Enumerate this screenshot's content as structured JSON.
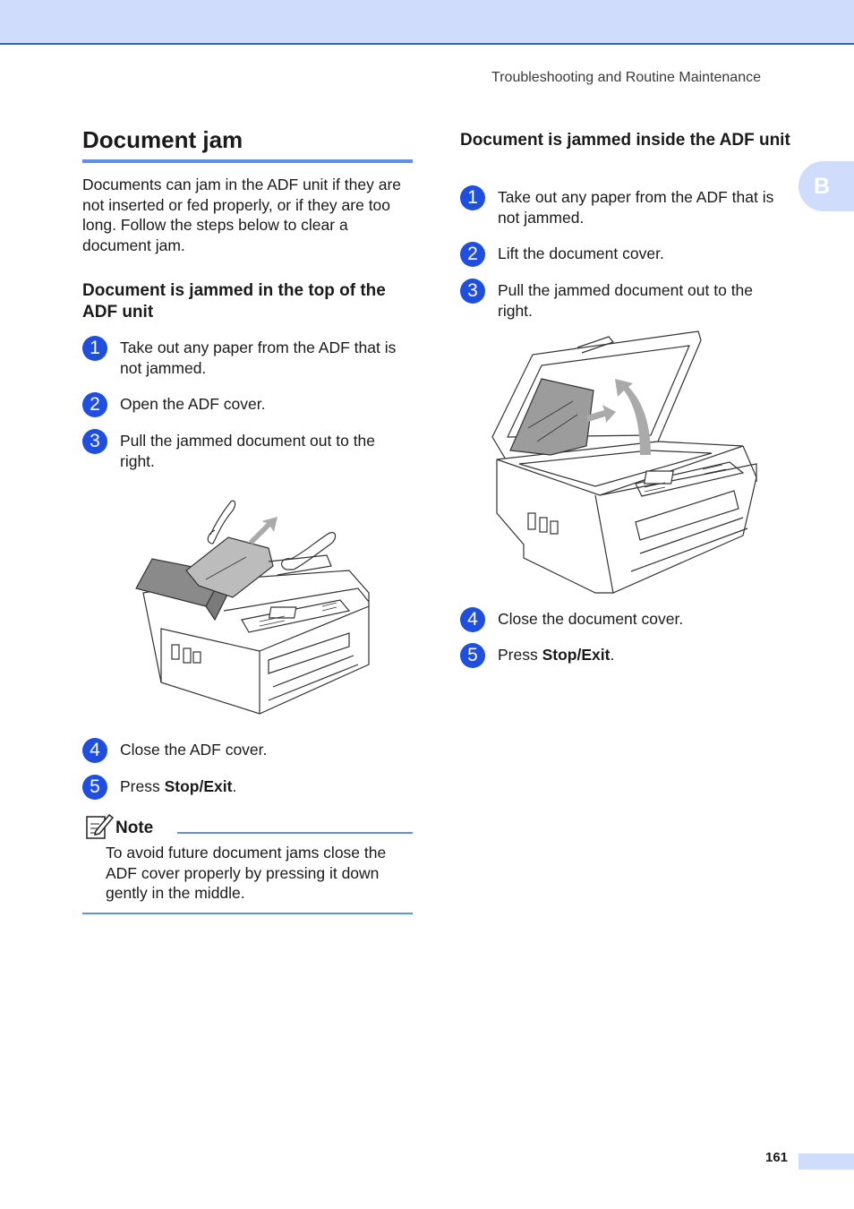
{
  "header": {
    "running_title": "Troubleshooting and Routine Maintenance",
    "chapter_tab": "B"
  },
  "left": {
    "title": "Document jam",
    "intro": "Documents can jam in the ADF unit if they are not inserted or fed properly, or if they are too long. Follow the steps below to clear a document jam.",
    "subheading": "Document is jammed in the top of the ADF unit",
    "steps": [
      {
        "num": "1",
        "text": "Take out any paper from the ADF that is not jammed."
      },
      {
        "num": "2",
        "text": "Open the ADF cover."
      },
      {
        "num": "3",
        "text": "Pull the jammed document out to the right."
      },
      {
        "num": "4",
        "text": "Close the ADF cover."
      },
      {
        "num": "5",
        "prefix": "Press ",
        "bold": "Stop/Exit",
        "suffix": "."
      }
    ],
    "note": {
      "label": "Note",
      "text": "To avoid future document jams close the ADF cover properly by pressing it down gently in the middle."
    }
  },
  "right": {
    "subheading": "Document is jammed inside the ADF unit",
    "steps": [
      {
        "num": "1",
        "text": "Take out any paper from the ADF that is not jammed."
      },
      {
        "num": "2",
        "text": "Lift the document cover."
      },
      {
        "num": "3",
        "text": "Pull the jammed document out to the right."
      },
      {
        "num": "4",
        "text": "Close the document cover."
      },
      {
        "num": "5",
        "prefix": "Press ",
        "bold": "Stop/Exit",
        "suffix": "."
      }
    ]
  },
  "footer": {
    "page_number": "161"
  },
  "colors": {
    "accent_blue": "#5b8ff0",
    "step_blue": "#1f4fe0",
    "band": "#cfdcfb"
  }
}
